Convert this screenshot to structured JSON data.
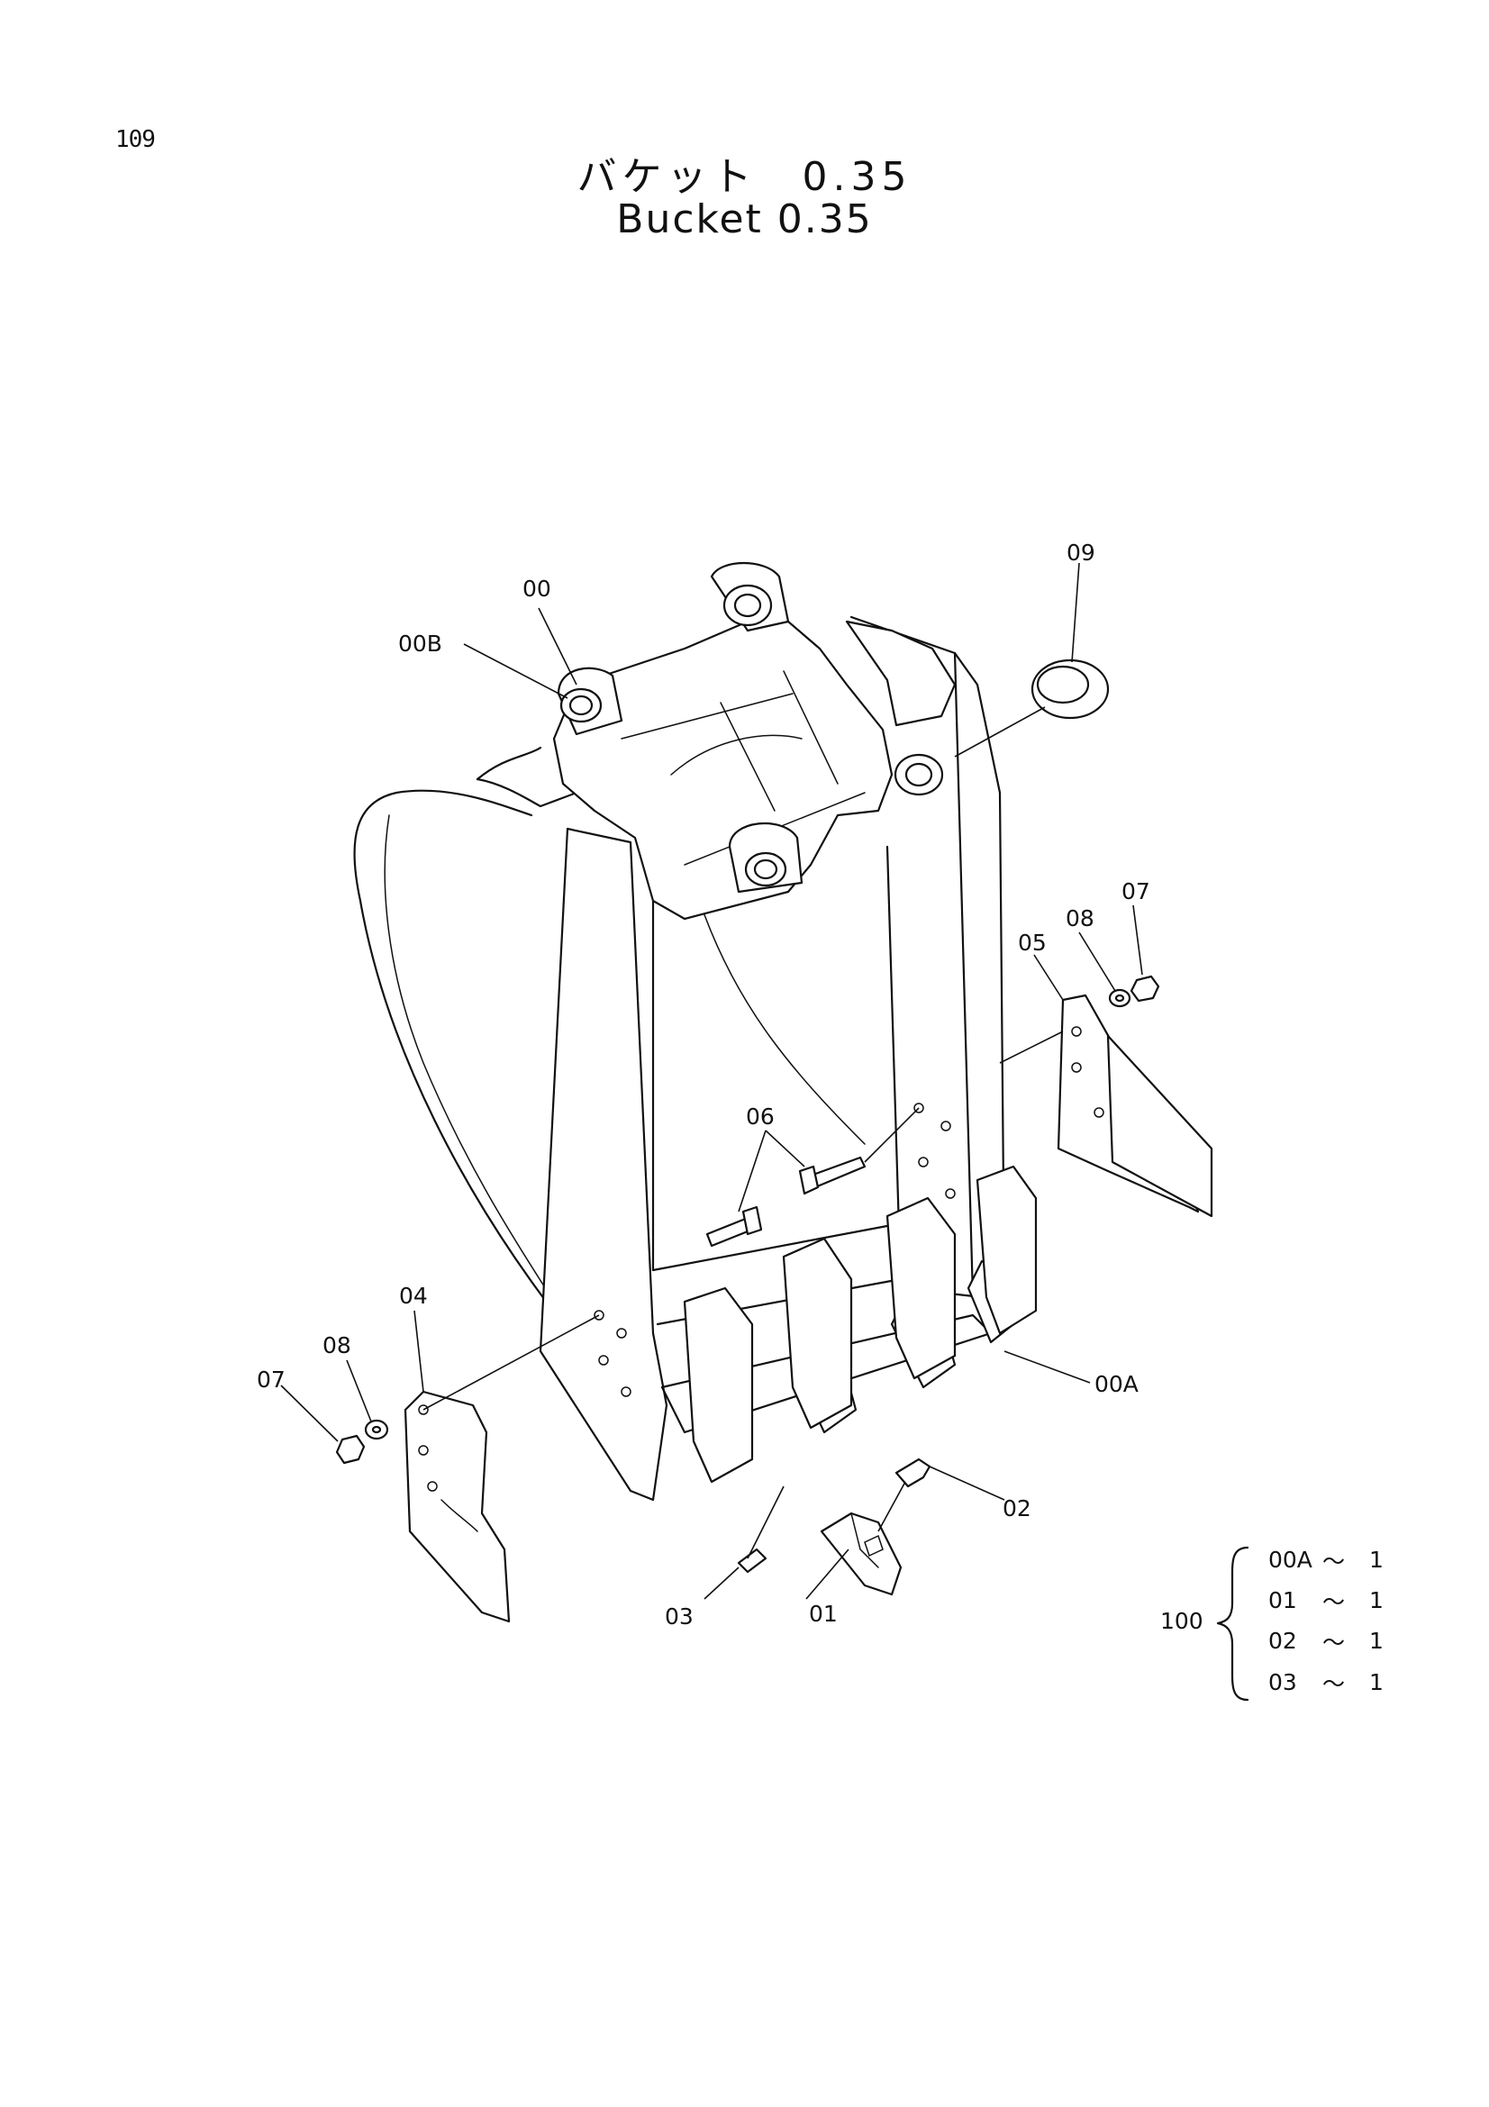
{
  "page_number": "109",
  "title_jp": "バケット　0.35",
  "title_en": "Bucket 0.35",
  "callouts": [
    {
      "id": "00",
      "label": "00"
    },
    {
      "id": "00B",
      "label": "00B"
    },
    {
      "id": "09",
      "label": "09"
    },
    {
      "id": "07-right",
      "label": "07"
    },
    {
      "id": "08-right",
      "label": "08"
    },
    {
      "id": "05",
      "label": "05"
    },
    {
      "id": "06",
      "label": "06"
    },
    {
      "id": "04",
      "label": "04"
    },
    {
      "id": "08-left",
      "label": "08"
    },
    {
      "id": "07-left",
      "label": "07"
    },
    {
      "id": "00A",
      "label": "00A"
    },
    {
      "id": "02",
      "label": "02"
    },
    {
      "id": "03",
      "label": "03"
    },
    {
      "id": "01",
      "label": "01"
    }
  ],
  "kit": {
    "number": "100",
    "items": [
      {
        "part": "00A",
        "sep": "〜",
        "qty": "1"
      },
      {
        "part": "01",
        "sep": "〜",
        "qty": "1"
      },
      {
        "part": "02",
        "sep": "〜",
        "qty": "1"
      },
      {
        "part": "03",
        "sep": "〜",
        "qty": "1"
      }
    ]
  }
}
